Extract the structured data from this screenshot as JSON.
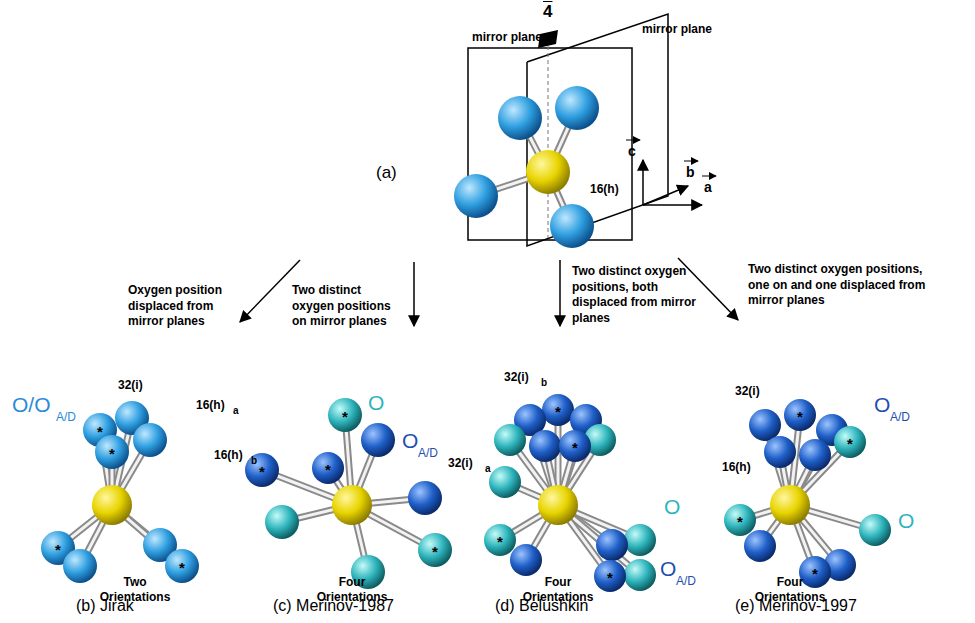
{
  "diagram": {
    "labels": [
      "4",
      "mirror plane",
      "mirror plane",
      "(a)",
      "16(h)",
      "c",
      "b",
      "a",
      "Oxygen position displaced from mirror planes",
      "Two distinct oxygen positions on mirror planes",
      "Two distinct oxygen positions, both displaced from mirror planes",
      "Two distinct oxygen positions, one on and one displaced from mirror planes",
      "O/O",
      "A/D",
      "32(i)",
      "Two Orientations",
      "(b) Jirak",
      "16(h)",
      "a",
      "O",
      "O",
      "A/D",
      "16(h)",
      "b",
      "Four Orientations",
      "(c) Merinov-1987",
      "32(i)",
      "b",
      "32(i)",
      "a",
      "O",
      "O",
      "A/D",
      "Four Orientations",
      "(d) Belushkin",
      "32(i)",
      "O",
      "A/D",
      "16(h)",
      "O",
      "Four Orientations",
      "(e) Merinov-1997",
      "*",
      "*",
      "*",
      "*",
      "*",
      "*",
      "*",
      "*",
      "*",
      "*",
      "*",
      "*",
      "*",
      "*",
      "*",
      "*"
    ]
  }
}
